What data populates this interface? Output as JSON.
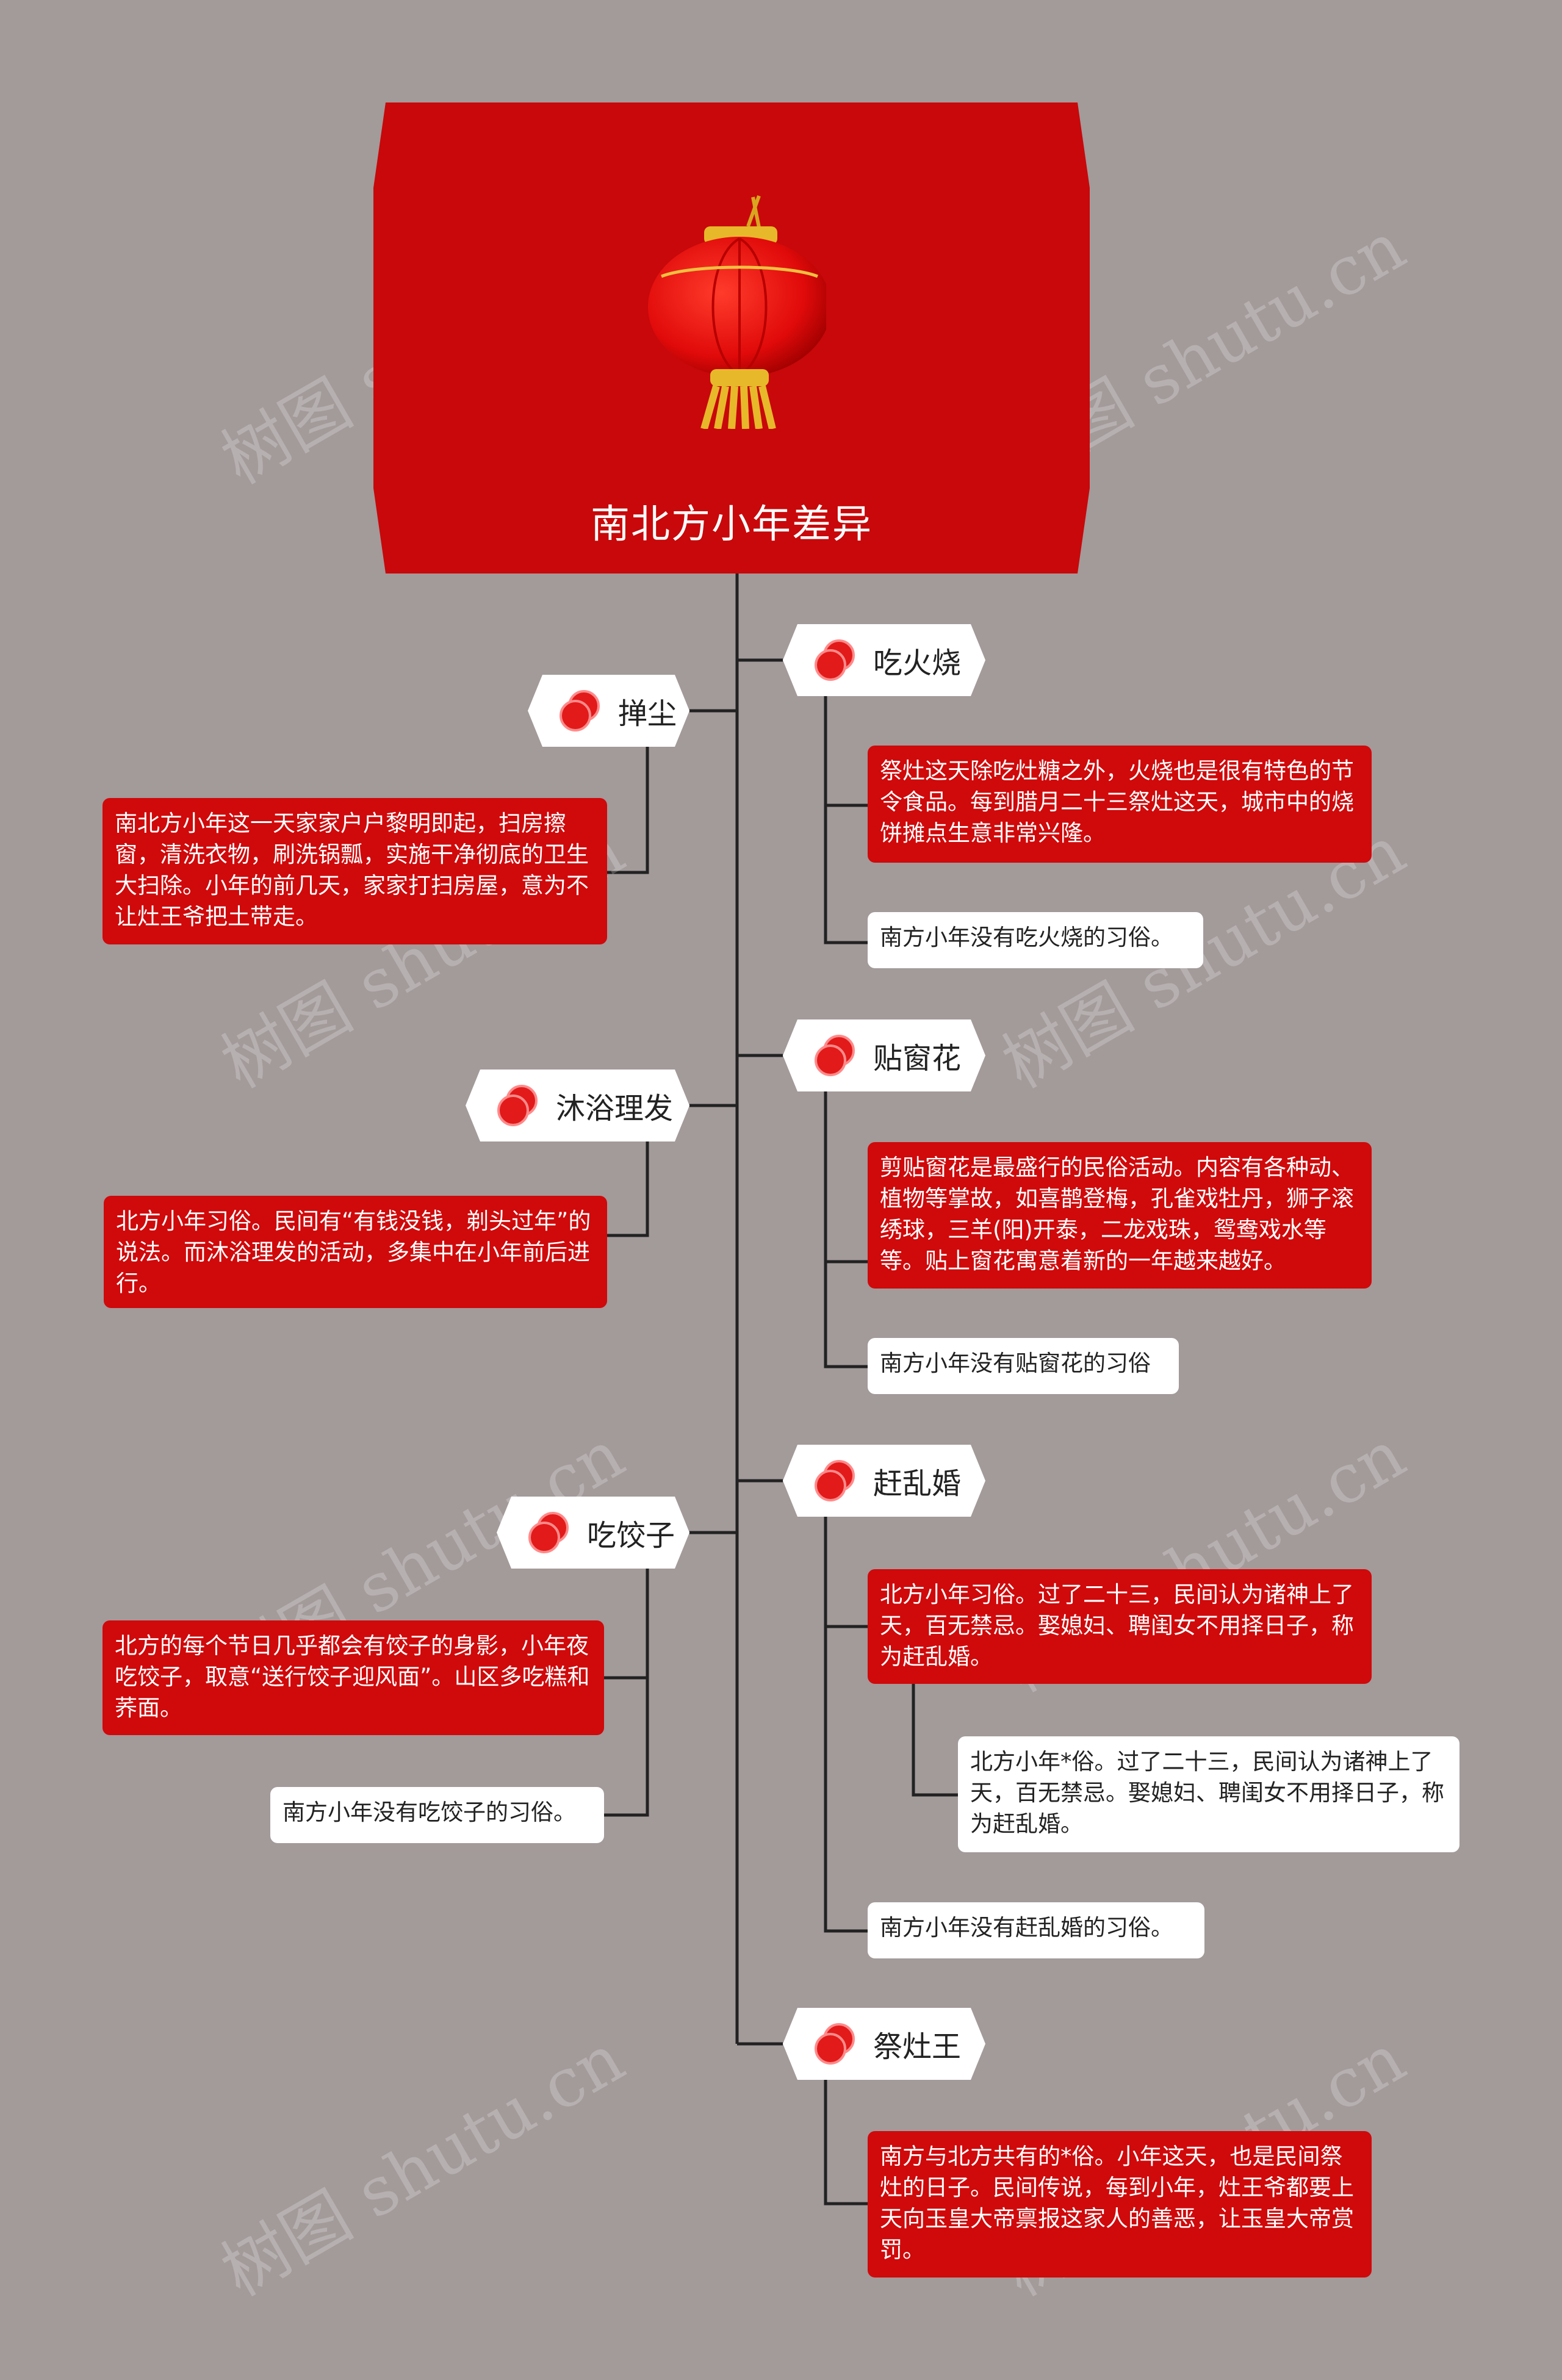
{
  "colors": {
    "background": "#a39a9a",
    "accent": "#c8080a",
    "line": "#222222",
    "note_red": "#d0090b",
    "note_white": "#ffffff"
  },
  "watermark": "树图 shutu.cn",
  "root": {
    "title": "南北方小年差异",
    "icon": "red-lantern-icon"
  },
  "topic_icon": "red-coin-icon",
  "branches": {
    "huoshao": {
      "label": "吃火烧",
      "notes": [
        "祭灶这天除吃灶糖之外，火烧也是很有特色的节令食品。每到腊月二十三祭灶这天，城市中的烧饼摊点生意非常兴隆。",
        "南方小年没有吃火烧的习俗。"
      ]
    },
    "dan_chen": {
      "label": "掸尘",
      "notes": [
        "南北方小年这一天家家户户黎明即起，扫房擦窗，清洗衣物，刷洗锅瓢，实施干净彻底的卫生大扫除。小年的前几天，家家打扫房屋，意为不让灶王爷把土带走。"
      ]
    },
    "chuanghua": {
      "label": "贴窗花",
      "notes": [
        "剪贴窗花是最盛行的民俗活动。内容有各种动、植物等掌故，如喜鹊登梅，孔雀戏牡丹，狮子滚绣球，三羊(阳)开泰，二龙戏珠，鸳鸯戏水等等。贴上窗花寓意着新的一年越来越好。",
        "南方小年没有贴窗花的习俗"
      ]
    },
    "muyu": {
      "label": "沐浴理发",
      "notes": [
        "北方小年习俗。民间有“有钱没钱，剃头过年”的说法。而沐浴理发的活动，多集中在小年前后进行。"
      ]
    },
    "luanhun": {
      "label": "赶乱婚",
      "notes": [
        "北方小年习俗。过了二十三，民间认为诸神上了天，百无禁忌。娶媳妇、聘闺女不用择日子，称为赶乱婚。",
        "北方小年*俗。过了二十三，民间认为诸神上了天，百无禁忌。娶媳妇、聘闺女不用择日子，称为赶乱婚。",
        "南方小年没有赶乱婚的习俗。"
      ]
    },
    "jiaozi": {
      "label": "吃饺子",
      "notes": [
        "北方的每个节日几乎都会有饺子的身影，小年夜吃饺子，取意“送行饺子迎风面”。山区多吃糕和荞面。",
        "南方小年没有吃饺子的习俗。"
      ]
    },
    "zaowang": {
      "label": "祭灶王",
      "notes": [
        "南方与北方共有的*俗。小年这天，也是民间祭灶的日子。民间传说，每到小年，灶王爷都要上天向玉皇大帝禀报这家人的善恶，让玉皇大帝赏罚。"
      ]
    }
  }
}
